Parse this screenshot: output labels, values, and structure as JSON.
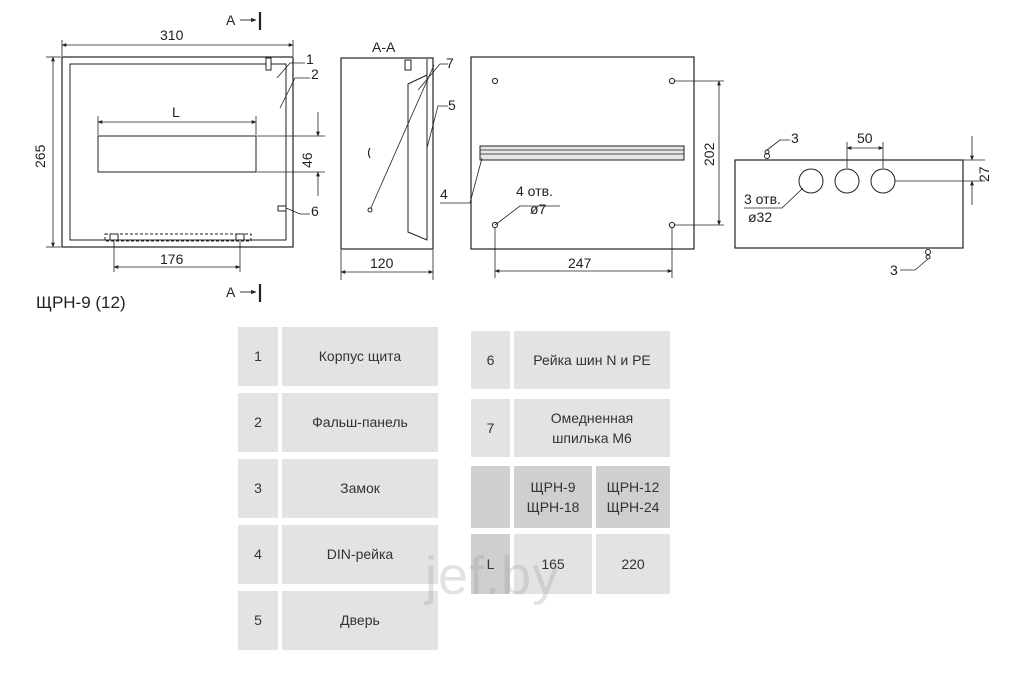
{
  "drawing": {
    "model_label": "ЩРН-9 (12)",
    "section_marker": "А",
    "section_title": "А-А",
    "dim_width": "310",
    "dim_height": "265",
    "dim_L": "L",
    "dim_46": "46",
    "dim_176": "176",
    "dim_depth": "120",
    "dim_202": "202",
    "dim_247": "247",
    "holes_label": "4 отв.",
    "holes_diameter": "ø7",
    "dim_50": "50",
    "dim_27": "27",
    "knockouts_label": "3 отв.",
    "knockouts_diameter": "ø32",
    "callouts": [
      "1",
      "2",
      "3",
      "4",
      "5",
      "6",
      "7"
    ]
  },
  "table": {
    "rows": [
      {
        "num": "1",
        "name": "Корпус щита"
      },
      {
        "num": "2",
        "name": "Фальш-панель"
      },
      {
        "num": "3",
        "name": "Замок"
      },
      {
        "num": "4",
        "name": "DIN-рейка"
      },
      {
        "num": "5",
        "name": "Дверь"
      },
      {
        "num": "6",
        "name": "Рейка шин N и PE"
      },
      {
        "num": "7",
        "name": "Омедненная шпилька М6"
      }
    ],
    "models": [
      {
        "line1": "ЩРН-9",
        "line2": "ЩРН-18",
        "L": "165"
      },
      {
        "line1": "ЩРН-12",
        "line2": "ЩРН-24",
        "L": "220"
      }
    ],
    "L_label": "L"
  },
  "watermark": "jef.by"
}
